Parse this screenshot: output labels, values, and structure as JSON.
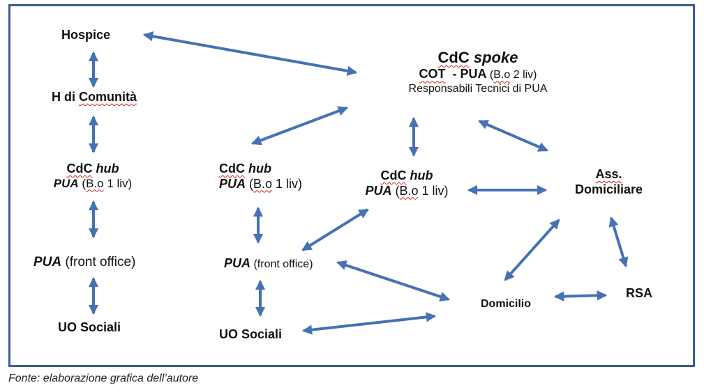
{
  "nodes": {
    "hospice": "Hospice",
    "h_comunita_pre": "H di ",
    "h_comunita_word": "Comunità",
    "cdc_spoke_cdc": "CdC",
    "cdc_spoke_spoke": " spoke",
    "spoke_cot": "COT",
    "spoke_dash": "  - ",
    "spoke_pua": "PUA",
    "spoke_paren_open": " (",
    "spoke_bo": "B.o",
    "spoke_paren_rest": " 2 liv)",
    "spoke_resp": "Responsabili Tecnici di PUA",
    "hub_cdc": "CdC",
    "hub_word": " hub",
    "hub_pua": "PUA",
    "hub_paren_open": " (",
    "hub_bo": "B.o",
    "hub_paren_rest": " 1 liv)",
    "pua_fo_pua": "PUA",
    "pua_fo_rest": " (front office)",
    "uo_sociali": "UO Sociali",
    "ass": "Ass.",
    "domiciliare": "Domiciliare",
    "domicilio": "Domicilio",
    "rsa": "RSA"
  },
  "caption": "Fonte: elaborazione grafica dell’autore",
  "colors": {
    "arrow": "#4472b4",
    "frame": "#3a5d8f",
    "squiggle": "#d02020"
  }
}
